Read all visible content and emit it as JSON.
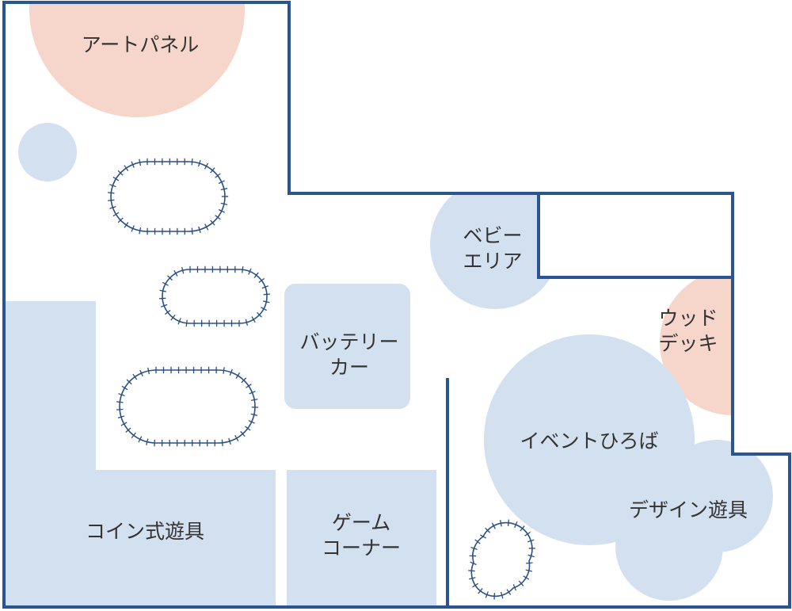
{
  "colors": {
    "wall": "#2b5590",
    "zone_blue": "#d3e0f0",
    "zone_pink": "#f6d6cb",
    "track": "#2b4f82",
    "text": "#333333"
  },
  "areas": {
    "art_panel": "アートパネル",
    "baby_area": [
      "ベビー",
      "エリア"
    ],
    "wood_deck": [
      "ウッド",
      "デッキ"
    ],
    "battery_car": [
      "バッテリー",
      "カー"
    ],
    "event_plaza": "イベントひろば",
    "design_playset": "デザイン遊具",
    "coin_rides": "コイン式遊具",
    "game_corner": [
      "ゲーム",
      "コーナー"
    ]
  },
  "tracks_count": 4
}
